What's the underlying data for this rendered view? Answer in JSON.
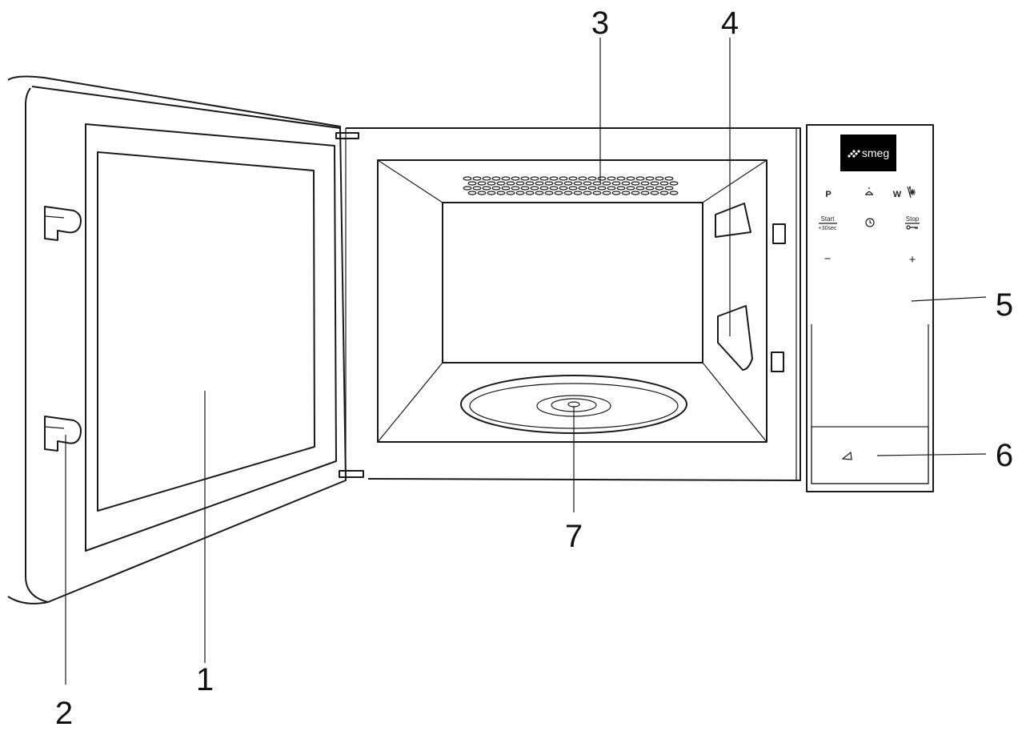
{
  "brand": {
    "logo_text": "smeg",
    "logo_bg": "#000000",
    "logo_fg": "#ffffff"
  },
  "control_panel": {
    "row1": {
      "left": "P",
      "center_icon": "plate-heat-icon",
      "right": "W",
      "right_icon": "defrost-icon"
    },
    "row2": {
      "start_label": "Start",
      "start_sub": "+30sec",
      "center_icon": "clock-icon",
      "stop_label": "Stop",
      "stop_icon": "key-icon"
    },
    "row3": {
      "minus": "−",
      "plus": "+"
    },
    "door_release_icon": "door-release-icon"
  },
  "callouts": [
    {
      "id": "1",
      "label": "1"
    },
    {
      "id": "2",
      "label": "2"
    },
    {
      "id": "3",
      "label": "3"
    },
    {
      "id": "4",
      "label": "4"
    },
    {
      "id": "5",
      "label": "5"
    },
    {
      "id": "6",
      "label": "6"
    },
    {
      "id": "7",
      "label": "7"
    }
  ],
  "line_color": "#1a1a1a"
}
